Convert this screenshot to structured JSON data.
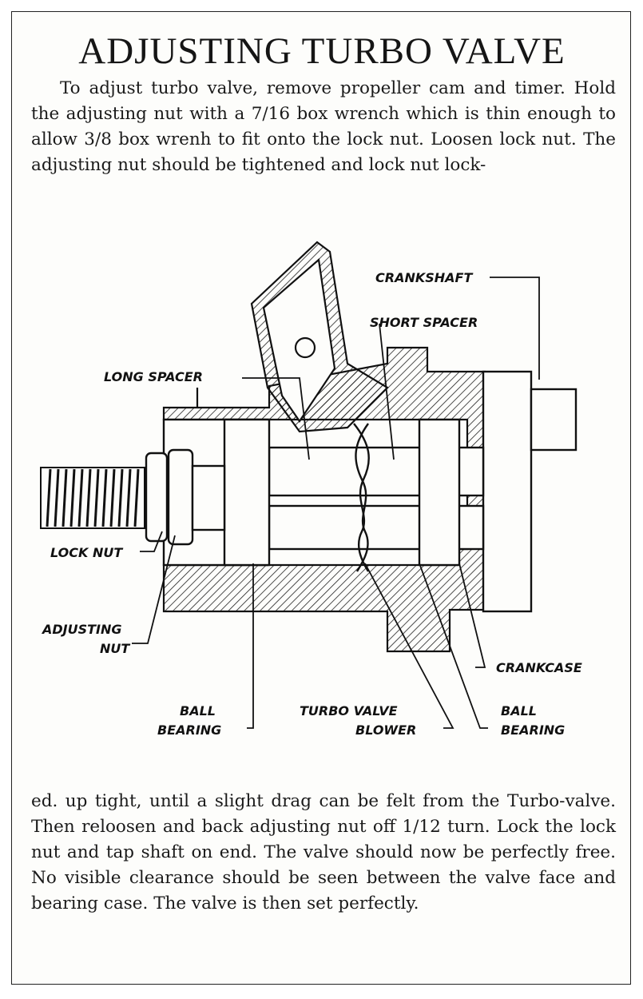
{
  "title": "ADJUSTING TURBO VALVE",
  "intro_text": "To adjust turbo valve, remove propeller cam and timer. Hold the adjusting nut with a 7/16 box wrench which is thin enough to allow 3/8 box wrenh to fit onto the lock nut. Loosen lock nut. The adjusting nut should be tightened and lock nut lock-",
  "continuation_text": "ed. up tight, until a slight drag can be felt from the Turbo-valve. Then reloosen and back adjusting nut off 1/12 turn. Lock the lock nut and tap shaft on end. The valve should now be perfectly free. No visible clearance should be seen between the valve face and bearing case. The valve is then set perfectly.",
  "diagram": {
    "labels": {
      "crankshaft": "CRANKSHAFT",
      "short_spacer": "SHORT SPACER",
      "long_spacer": "LONG SPACER",
      "lock_nut": "LOCK NUT",
      "adjusting_nut_line1": "ADJUSTING",
      "adjusting_nut_line2": "NUT",
      "crankcase": "CRANKCASE",
      "ball_bearing_left_line1": "BALL",
      "ball_bearing_left_line2": "BEARING",
      "turbo_valve_line1": "TURBO VALVE",
      "turbo_valve_line2": "BLOWER",
      "ball_bearing_right_line1": "BALL",
      "ball_bearing_right_line2": "BEARING"
    }
  }
}
